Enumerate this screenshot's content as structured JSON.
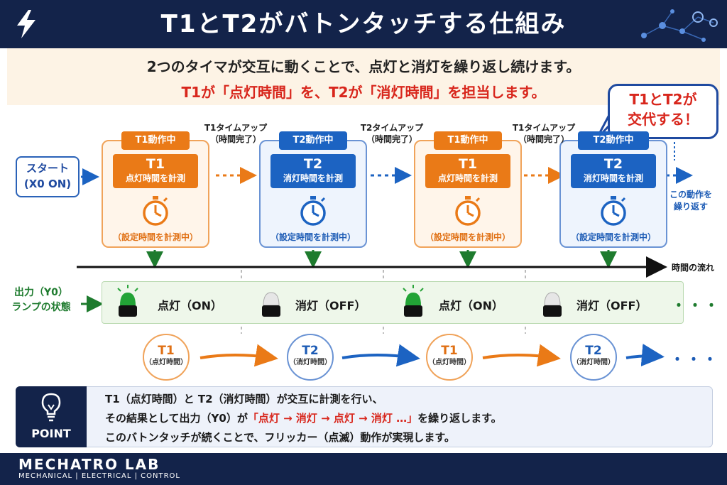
{
  "header": {
    "title": "T1とT2がバトンタッチする仕組み"
  },
  "intro": {
    "line1": "2つのタイマが交互に動くことで、点灯と消灯を繰り返し続けます。",
    "line2": "T1が「点灯時間」を、T2が「消灯時間」を担当します。"
  },
  "bubble": {
    "text": "T1とT2が\n交代する！"
  },
  "start": {
    "label": "スタート\n(X0 ON)"
  },
  "stages": [
    {
      "pill": "T1動作中",
      "timer": "T1",
      "task": "点灯時間を計測",
      "measuring": "（設定時間を計測中）",
      "color": "#ea7a17"
    },
    {
      "pill": "T2動作中",
      "timer": "T2",
      "task": "消灯時間を計測",
      "measuring": "（設定時間を計測中）",
      "color": "#1c63c2"
    },
    {
      "pill": "T1動作中",
      "timer": "T1",
      "task": "点灯時間を計測",
      "measuring": "（設定時間を計測中）",
      "color": "#ea7a17"
    },
    {
      "pill": "T2動作中",
      "timer": "T2",
      "task": "消灯時間を計測",
      "measuring": "（設定時間を計測中）",
      "color": "#1c63c2"
    }
  ],
  "timeups": [
    {
      "label": "T1タイムアップ\n（時間完了）"
    },
    {
      "label": "T2タイムアップ\n（時間完了）"
    },
    {
      "label": "T1タイムアップ\n（時間完了）"
    }
  ],
  "repeat": {
    "label": "この動作を\n繰り返す"
  },
  "timeline": {
    "label": "時間の流れ"
  },
  "output": {
    "label": "出力（Y0）\nランプの状態",
    "states": [
      {
        "text": "点灯（ON）",
        "lamp": "green-lamp-on-icon"
      },
      {
        "text": "消灯（OFF）",
        "lamp": "lamp-off-icon"
      },
      {
        "text": "点灯（ON）",
        "lamp": "green-lamp-on-icon"
      },
      {
        "text": "消灯（OFF）",
        "lamp": "lamp-off-icon"
      }
    ],
    "dots": "・・・"
  },
  "sequence": {
    "items": [
      {
        "timer": "T1",
        "sub": "（点灯時間）"
      },
      {
        "timer": "T2",
        "sub": "（消灯時間）"
      },
      {
        "timer": "T1",
        "sub": "（点灯時間）"
      },
      {
        "timer": "T2",
        "sub": "（消灯時間）"
      }
    ],
    "dots": "・・・"
  },
  "point": {
    "badge": "POINT",
    "line1": "T1（点灯時間）と T2（消灯時間）が交互に計測を行い、",
    "line2_pre": "その結果として出力（Y0）が",
    "line2_red": "「点灯 → 消灯 → 点灯 → 消灯 …」",
    "line2_post": "を繰り返します。",
    "line3": "このバトンタッチが続くことで、フリッカー（点滅）動作が実現します。"
  },
  "footer": {
    "brand": "MECHATRO LAB",
    "tagline": "MECHANICAL | ELECTRICAL | CONTROL"
  },
  "colors": {
    "navy": "#13234a",
    "orange": "#ea7a17",
    "blue": "#1c63c2",
    "red": "#d8261c",
    "green": "#1e7b2e"
  }
}
